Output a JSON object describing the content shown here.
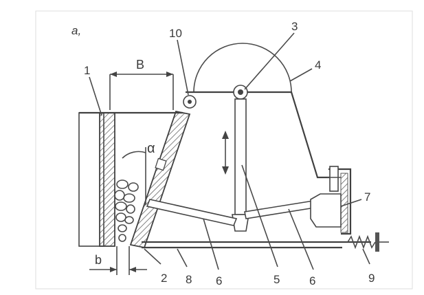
{
  "figure": {
    "panel_label": "a,",
    "dimension_B": "B",
    "dimension_b": "b",
    "angle_label": "α",
    "part_labels": [
      "1",
      "2",
      "3",
      "4",
      "5",
      "6",
      "6",
      "7",
      "8",
      "9",
      "10"
    ]
  }
}
